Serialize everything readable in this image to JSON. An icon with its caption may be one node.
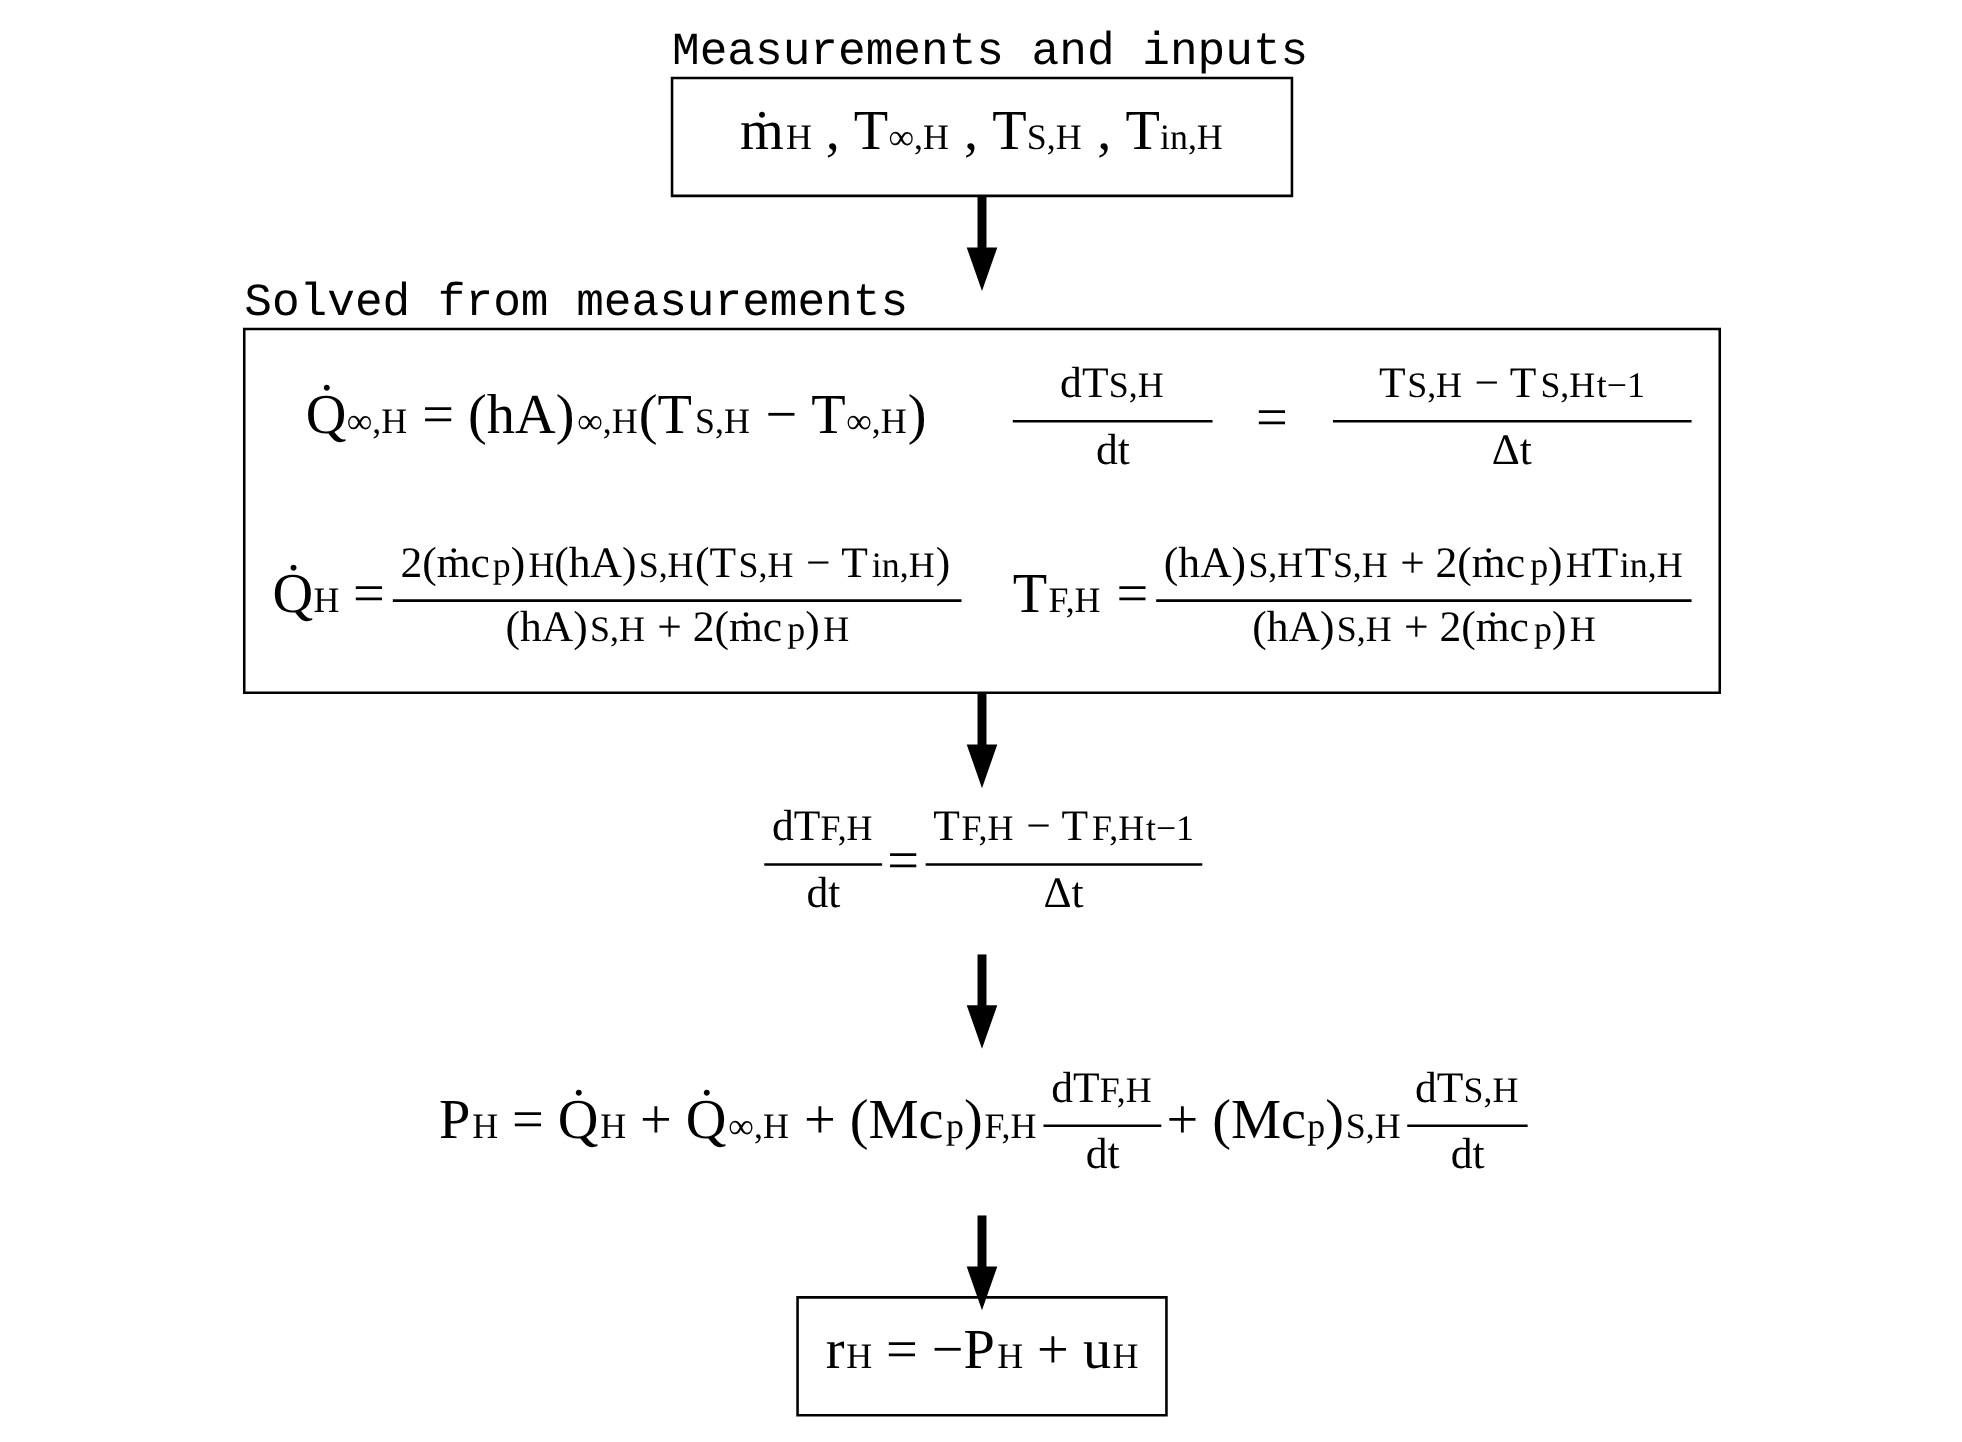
{
  "diagram": {
    "nodes": [
      {
        "text": [
          "Measurements and inputs",
          "ṁ$_{H}$ , T$_{∞,H}$ , T$_{S,H}$ , T$_{in,H}$"
        ]
      },
      {
        "text": [
          "Solved from measurements",
          "Q̇$_{∞,H}$ = (hA)$_{∞,H}$(T$_{S,H}$ − T$_{∞,H}$)",
          "dT$_{S,H}$",
          "dt",
          "=",
          "T$_{S,H}$ − T$_{S,H}$$_{t−1}$",
          "Δt",
          "Q̇$_{H}$ =",
          "2(ṁc$_{p}$)$_{H}$(hA)$_{S,H}$(T$_{S,H}$ − T$_{in,H}$)",
          "(hA)$_{S,H}$ + 2(ṁc$_{p}$)$_{H}$",
          "T$_{F,H}$ =",
          "(hA)$_{S,H}$T$_{S,H}$ + 2(ṁc$_{p}$)$_{H}$T$_{in,H}$",
          "(hA)$_{S,H}$ + 2(ṁc$_{p}$)$_{H}$"
        ]
      },
      {
        "text": [
          "dT$_{F,H}$",
          "dt",
          "=",
          "T$_{F,H}$ − T$_{F,H}$$_{t−1}$",
          "Δt"
        ]
      },
      {
        "text": [
          "P$_{H}$ = Q̇$_{H}$ + Q̇$_{∞,H}$ + (Mc$_{p}$)$_{F,H}$",
          "dT$_{F,H}$",
          "dt",
          "+ (Mc$_{p}$)$_{S,H}$",
          "dT$_{S,H}$",
          "dt"
        ]
      },
      {
        "text": [
          "r$_{H}$ = −P$_{H}$ + u$_{H}$"
        ]
      }
    ],
    "edges": [
      {
        "from": 0,
        "to": 1,
        "arrow": "to"
      },
      {
        "from": 1,
        "to": 2,
        "arrow": "to"
      },
      {
        "from": 2,
        "to": 3,
        "arrow": "to"
      },
      {
        "from": 3,
        "to": 4,
        "arrow": "to"
      }
    ]
  }
}
